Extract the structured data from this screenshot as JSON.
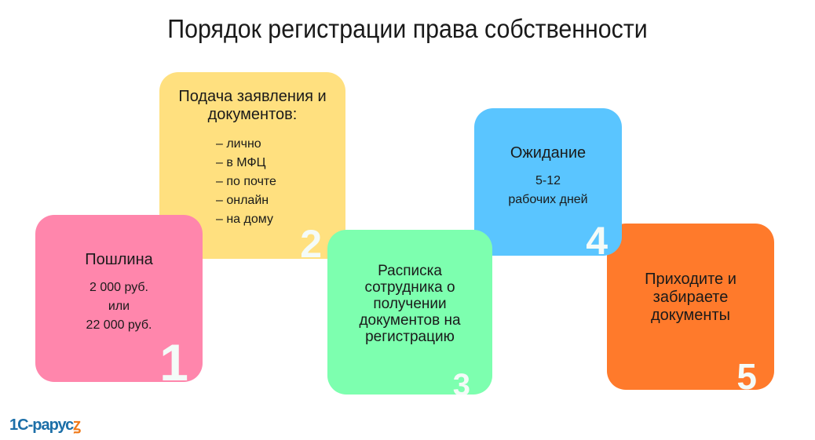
{
  "title": "Порядок регистрации права собственности",
  "steps": [
    {
      "number": "1",
      "heading": "Пошлина",
      "lines": [
        "2 000 руб.",
        "или",
        "22 000 руб."
      ],
      "color": "#ff86ac"
    },
    {
      "number": "2",
      "heading": "Подача заявления и документов:",
      "lines": [
        "– лично",
        "– в МФЦ",
        "– по почте",
        "– онлайн",
        "– на дому"
      ],
      "color": "#ffe07f"
    },
    {
      "number": "3",
      "heading": "Расписка сотрудника о получении документов на регистрацию",
      "color": "#7dffaf"
    },
    {
      "number": "4",
      "heading": "Ожидание",
      "lines": [
        "5-12",
        "рабочих дней"
      ],
      "color": "#5ac5ff"
    },
    {
      "number": "5",
      "heading": "Приходите и забираете документы",
      "color": "#ff7a2b"
    }
  ],
  "logo": "1С-рарус"
}
